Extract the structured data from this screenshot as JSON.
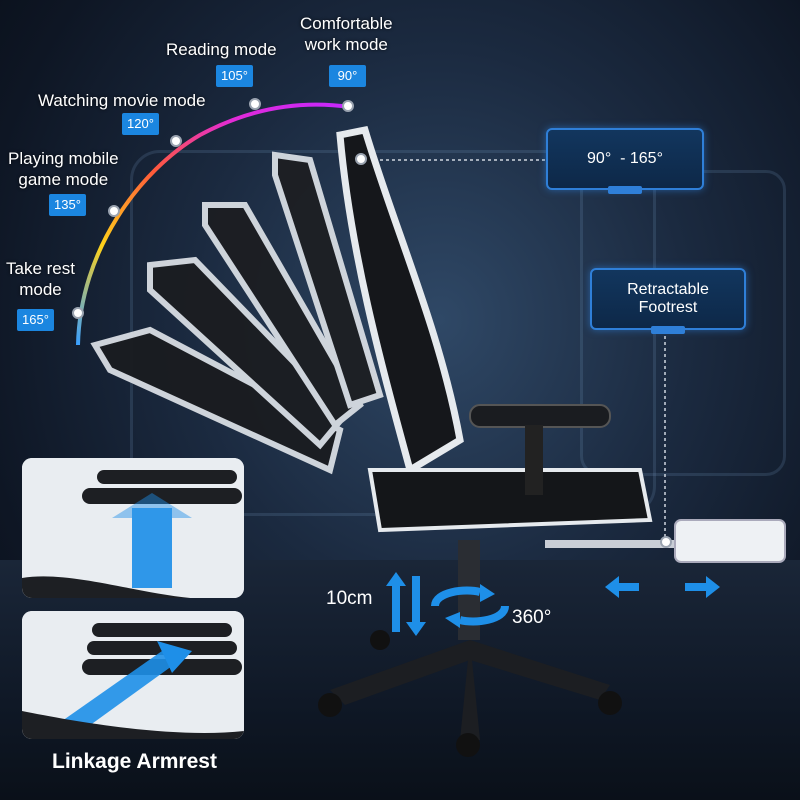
{
  "modes": [
    {
      "label": "Comfortable\nwork mode",
      "angle": "90°"
    },
    {
      "label": "Reading mode",
      "angle": "105°"
    },
    {
      "label": "Watching movie mode",
      "angle": "120°"
    },
    {
      "label": "Playing mobile\ngame mode",
      "angle": "135°"
    },
    {
      "label": "Take rest\nmode",
      "angle": "165°"
    }
  ],
  "recline_panel": {
    "text": "90°  - 165°"
  },
  "footrest_panel": {
    "text": "Retractable\nFootrest"
  },
  "height_label": "10cm",
  "swivel_label": "360°",
  "armrest_caption": "Linkage Armrest",
  "colors": {
    "accent": "#1b86e0",
    "panel_border": "#2f7fd8",
    "arc_start": "#ffd21a",
    "arc_end": "#ff2fd0"
  }
}
